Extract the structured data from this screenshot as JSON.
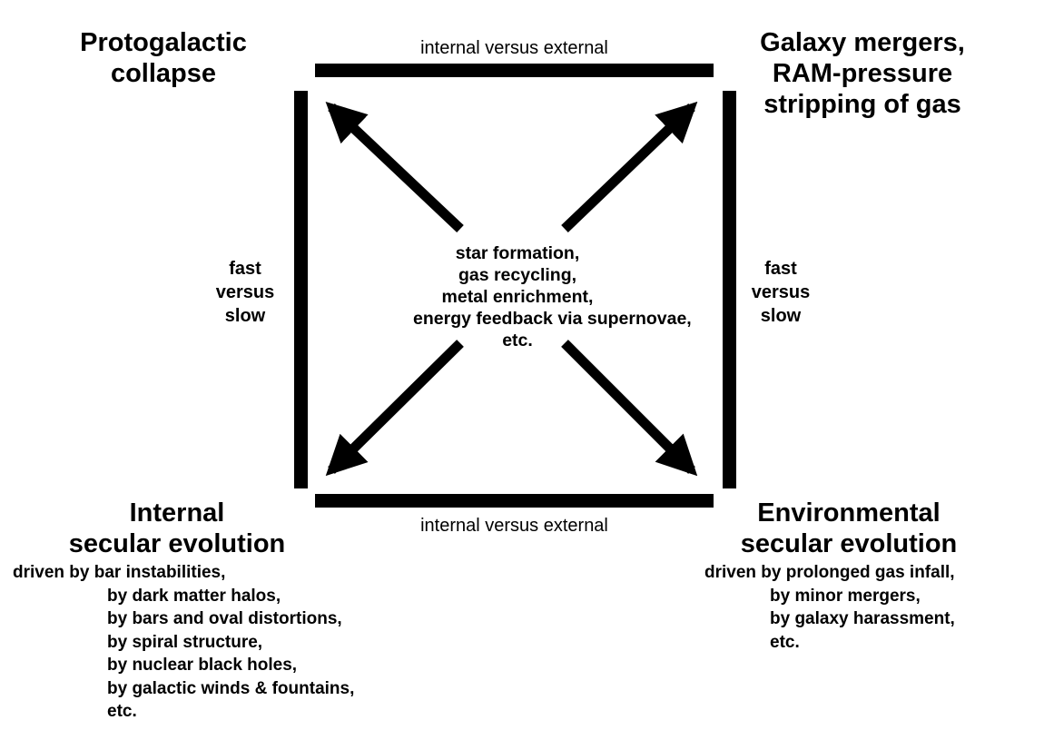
{
  "corners": {
    "top_left": [
      "Protogalactic",
      "collapse"
    ],
    "top_right": [
      "Galaxy mergers,",
      "RAM-pressure",
      "stripping of gas"
    ],
    "bottom_left": {
      "title": [
        "Internal",
        "secular evolution"
      ],
      "lines": [
        "driven by bar instabilities,",
        "by dark matter halos,",
        "by bars and oval distortions,",
        "by spiral structure,",
        "by nuclear black holes,",
        "by galactic winds & fountains,",
        "etc."
      ]
    },
    "bottom_right": {
      "title": [
        "Environmental",
        "secular evolution"
      ],
      "lines": [
        "driven by prolonged gas infall,",
        "by minor mergers,",
        "by galaxy harassment,",
        "etc."
      ]
    }
  },
  "axes": {
    "top": "internal versus external",
    "bottom": "internal versus external",
    "left": [
      "fast",
      "versus",
      "slow"
    ],
    "right": [
      "fast",
      "versus",
      "slow"
    ]
  },
  "center": [
    "star formation,",
    "gas recycling,",
    "metal enrichment,",
    "energy feedback via supernovae,",
    "etc."
  ]
}
